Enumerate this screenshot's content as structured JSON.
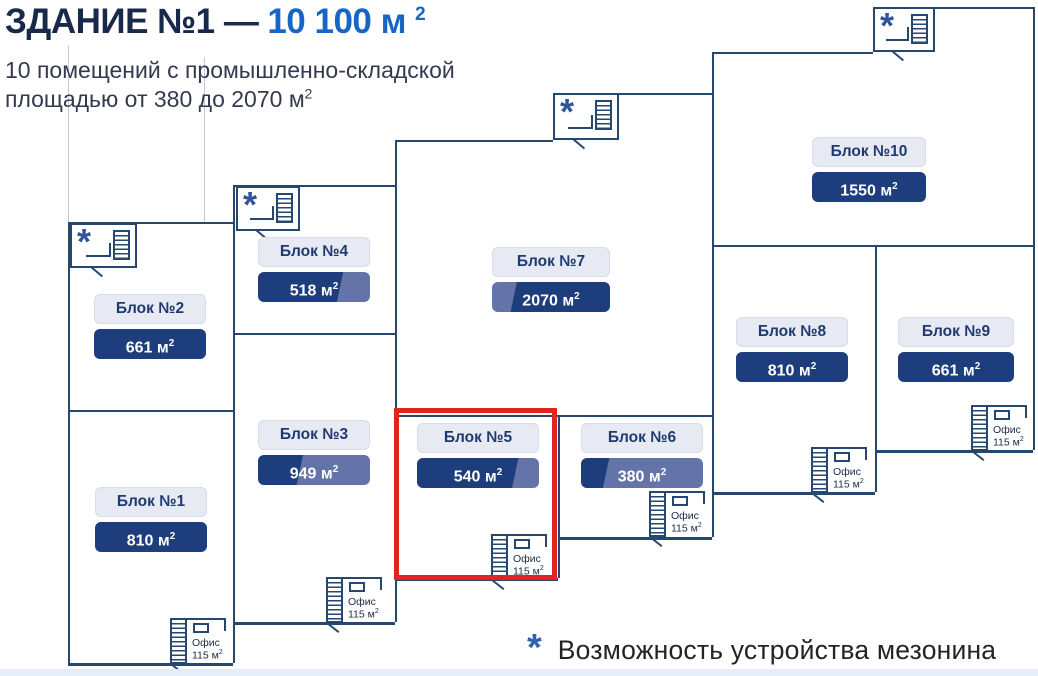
{
  "header": {
    "title_dark": "ЗДАНИЕ №1 —",
    "title_accent": "10 100 м",
    "subtitle_line1": "10 помещений с промышленно-складской",
    "subtitle_line2": "площадью от 380 до 2070 м"
  },
  "plan": {
    "sup": "2",
    "mezzanine_marker": "*",
    "office_label": {
      "line1": "Офис",
      "line2": "115 м"
    }
  },
  "blocks": [
    {
      "id": 1,
      "name": "Блок №1",
      "area": "810 м"
    },
    {
      "id": 2,
      "name": "Блок №2",
      "area": "661 м"
    },
    {
      "id": 3,
      "name": "Блок №3",
      "area": "949 м"
    },
    {
      "id": 4,
      "name": "Блок №4",
      "area": "518 м"
    },
    {
      "id": 5,
      "name": "Блок №5",
      "area": "540 м"
    },
    {
      "id": 6,
      "name": "Блок №6",
      "area": "380 м"
    },
    {
      "id": 7,
      "name": "Блок №7",
      "area": "2070 м"
    },
    {
      "id": 8,
      "name": "Блок №8",
      "area": "810 м"
    },
    {
      "id": 9,
      "name": "Блок №9",
      "area": "661 м"
    },
    {
      "id": 10,
      "name": "Блок №10",
      "area": "1550 м"
    }
  ],
  "highlighted_block": "Блок №5",
  "footnote": {
    "marker": "*",
    "text": "Возможность устройства мезонина"
  },
  "colors": {
    "accent_blue": "#1766c6",
    "title_navy": "#19294b",
    "badge_navy": "#1d3d7c",
    "badge_light": "#6474a8",
    "wall": "#26476e",
    "highlight_red": "#e02420",
    "pill_bg": "#e7eaf2",
    "bottom_band": "#e4edf8",
    "asterisk_blue": "#2f549a"
  }
}
